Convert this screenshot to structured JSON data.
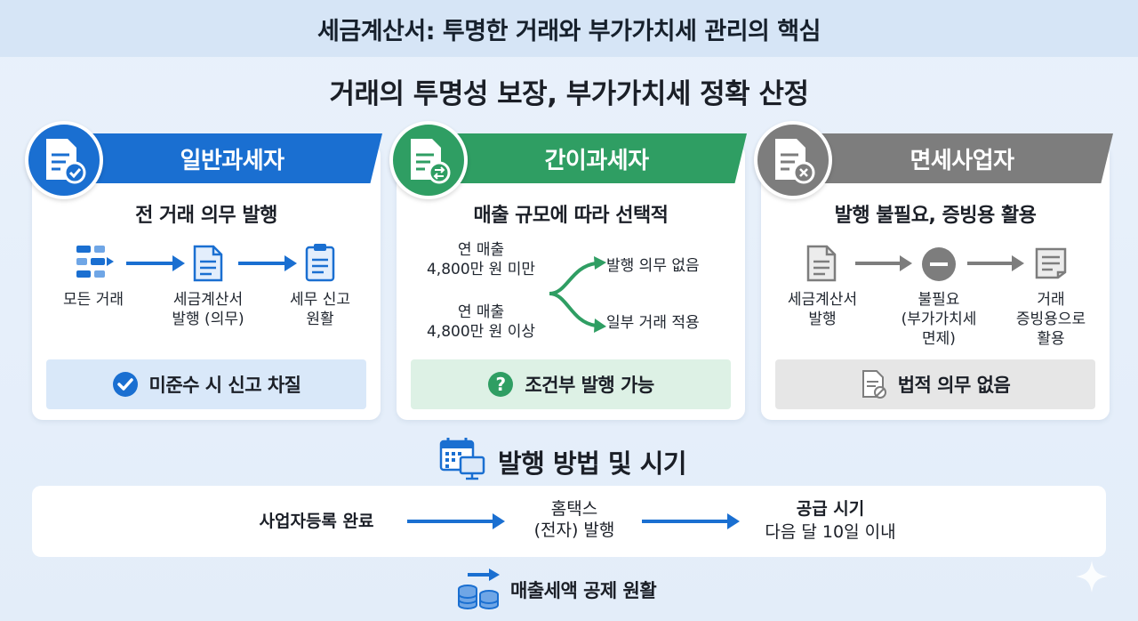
{
  "header": {
    "title": "세금계산서: 투명한 거래와 부가가치세 관리의 핵심"
  },
  "subtitle": "거래의 투명성 보장, 부가가치세 정확 산정",
  "colors": {
    "blue": "#1a6fd1",
    "green": "#2f9e63",
    "gray": "#7d7d7d"
  },
  "cards": [
    {
      "title": "일반과세자",
      "heading": "전 거래 의무 발행",
      "steps": [
        "모든 거래",
        "세금계산서\n발행 (의무)",
        "세무 신고\n원활"
      ],
      "footer": "미준수 시 신고 차질"
    },
    {
      "title": "간이과세자",
      "heading": "매출 규모에 따라 선택적",
      "conditions": [
        "연 매출\n4,800만 원 미만",
        "연 매출\n4,800만 원 이상"
      ],
      "outcomes": [
        "발행 의무 없음",
        "일부 거래 적용"
      ],
      "footer": "조건부 발행 가능"
    },
    {
      "title": "면세사업자",
      "heading": "발행 불필요, 증빙용 활용",
      "steps": [
        "세금계산서\n발행",
        "불필요\n(부가가치세\n면제)",
        "거래\n증빙용으로\n활용"
      ],
      "footer": "법적 의무 없음"
    }
  ],
  "method": {
    "title": "발행 방법 및 시기",
    "steps": [
      "사업자등록 완료",
      "홈택스\n(전자) 발행"
    ],
    "timing_label": "공급 시기",
    "timing_value": "다음 달 10일 이내"
  },
  "bottom_note": "매출세액 공제 원활"
}
